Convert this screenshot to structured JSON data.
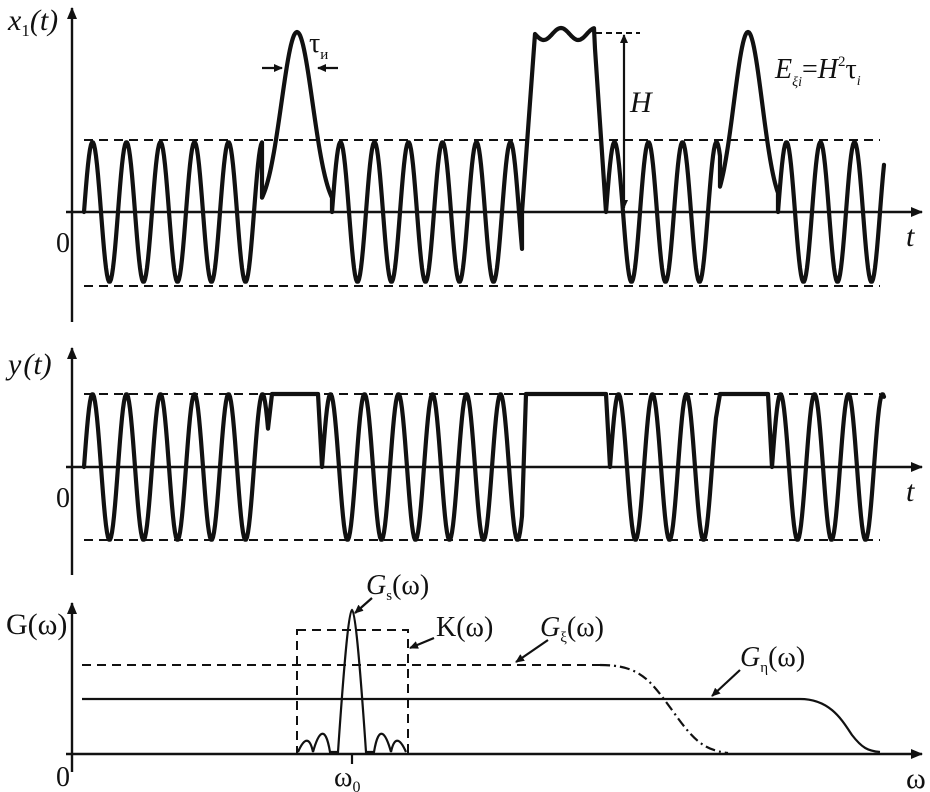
{
  "panel_top": {
    "y_label_main": "x",
    "y_label_sub": "1",
    "y_label_arg": "(t)",
    "origin": "0",
    "x_label": "t",
    "pulse_width_main": "τ",
    "pulse_width_sub": "и",
    "height_label": "H",
    "energy_E": "E",
    "energy_sub": "ξi",
    "energy_eq": "=",
    "energy_H": "H",
    "energy_pow": "2",
    "energy_tau": "τ",
    "energy_tau_sub": "i"
  },
  "panel_mid": {
    "y_label_main": "y",
    "y_label_arg": "(t)",
    "origin": "0",
    "x_label": "t"
  },
  "panel_bottom": {
    "y_label": "G(ω)",
    "origin": "0",
    "x_label": "ω",
    "omega0_main": "ω",
    "omega0_sub": "0",
    "gs_main": "G",
    "gs_sub": "s",
    "gs_arg": "(ω)",
    "k_label": "K(ω)",
    "gxi_main": "G",
    "gxi_sub": "ξ",
    "gxi_arg": "(ω)",
    "geta_main": "G",
    "geta_sub": "η",
    "geta_arg": "(ω)"
  },
  "colors": {
    "ink": "#111111",
    "background": "#ffffff"
  }
}
